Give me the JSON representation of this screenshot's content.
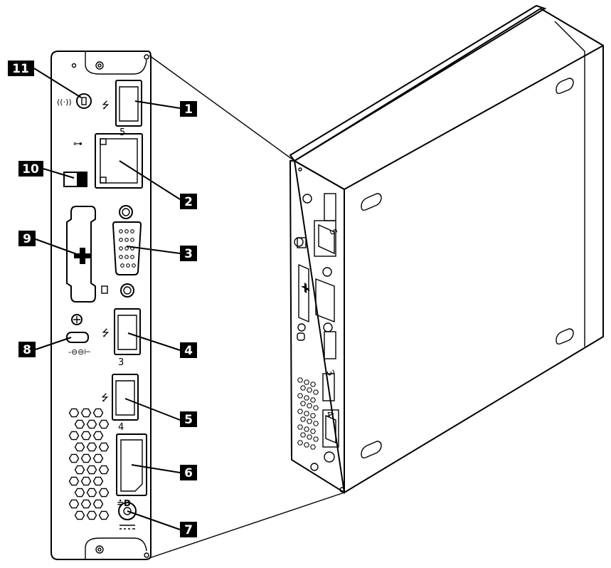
{
  "callouts": [
    "1",
    "2",
    "3",
    "4",
    "5",
    "6",
    "7",
    "8",
    "9",
    "10",
    "11"
  ],
  "port_labels": {
    "usb_top": "5",
    "usb_mid": "3",
    "usb_low": "4",
    "small_usb_top": "5",
    "small_usb_mid": "3",
    "small_usb_low": "4"
  },
  "symbols": {
    "usb": "usb-icon",
    "ethernet": "ethernet-icon",
    "vga": "vga-icon",
    "displayport": "displayport-icon",
    "power_dc": "dc-power-icon",
    "security_lock": "lock-icon",
    "wifi_antenna": "wireless-antenna-icon"
  }
}
